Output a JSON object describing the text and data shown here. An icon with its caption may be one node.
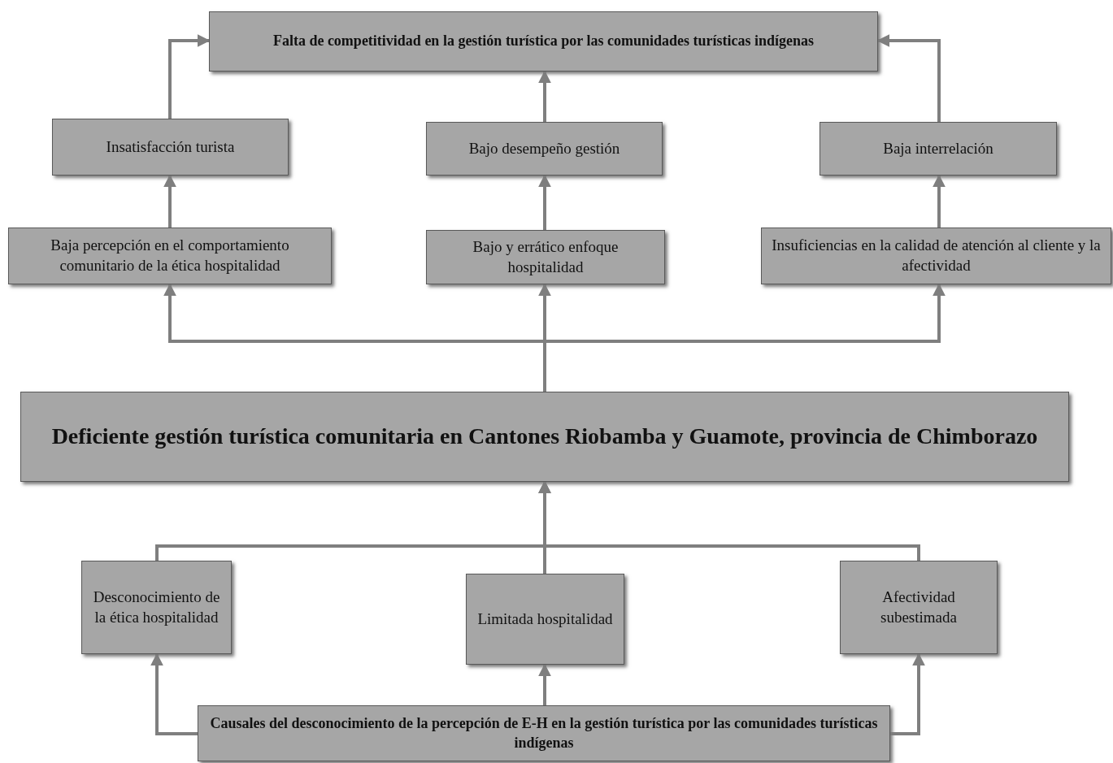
{
  "diagram": {
    "nodes": [
      {
        "text": [
          "Falta de competitividad en la gestión turística por las comunidades turísticas indígenas"
        ]
      },
      {
        "text": [
          "Insatisfacción turista"
        ]
      },
      {
        "text": [
          "Bajo desempeño gestión"
        ]
      },
      {
        "text": [
          "Baja interrelación"
        ]
      },
      {
        "text": [
          "Baja percepción en el comportamiento comunitario de la ética hospitalidad"
        ]
      },
      {
        "text": [
          "Bajo y errático enfoque hospitalidad"
        ]
      },
      {
        "text": [
          "Insuficiencias en la calidad de atención al cliente y la afectividad"
        ]
      },
      {
        "text": [
          "Deficiente gestión turística comunitaria en Cantones Riobamba y Guamote, provincia de Chimborazo"
        ]
      },
      {
        "text": [
          "Desconocimiento de la ética hospitalidad"
        ]
      },
      {
        "text": [
          "Limitada hospitalidad"
        ]
      },
      {
        "text": [
          "Afectividad subestimada"
        ]
      },
      {
        "text": [
          "Causales del desconocimiento de la percepción de E-H en la gestión turística por las comunidades turísticas indígenas"
        ]
      }
    ],
    "edges": [
      {
        "from": 1,
        "to": 0,
        "arrow": "to"
      },
      {
        "from": 2,
        "to": 0,
        "arrow": "to"
      },
      {
        "from": 3,
        "to": 0,
        "arrow": "to"
      },
      {
        "from": 4,
        "to": 1,
        "arrow": "to"
      },
      {
        "from": 5,
        "to": 2,
        "arrow": "to"
      },
      {
        "from": 6,
        "to": 3,
        "arrow": "to"
      },
      {
        "from": 7,
        "to": 4,
        "arrow": "to"
      },
      {
        "from": 7,
        "to": 5,
        "arrow": "to"
      },
      {
        "from": 7,
        "to": 6,
        "arrow": "to"
      },
      {
        "from": 8,
        "to": 7,
        "arrow": "to"
      },
      {
        "from": 9,
        "to": 7,
        "arrow": "to"
      },
      {
        "from": 10,
        "to": 7,
        "arrow": "to"
      },
      {
        "from": 11,
        "to": 8,
        "arrow": "to"
      },
      {
        "from": 11,
        "to": 9,
        "arrow": "to"
      },
      {
        "from": 11,
        "to": 10,
        "arrow": "to"
      }
    ]
  }
}
